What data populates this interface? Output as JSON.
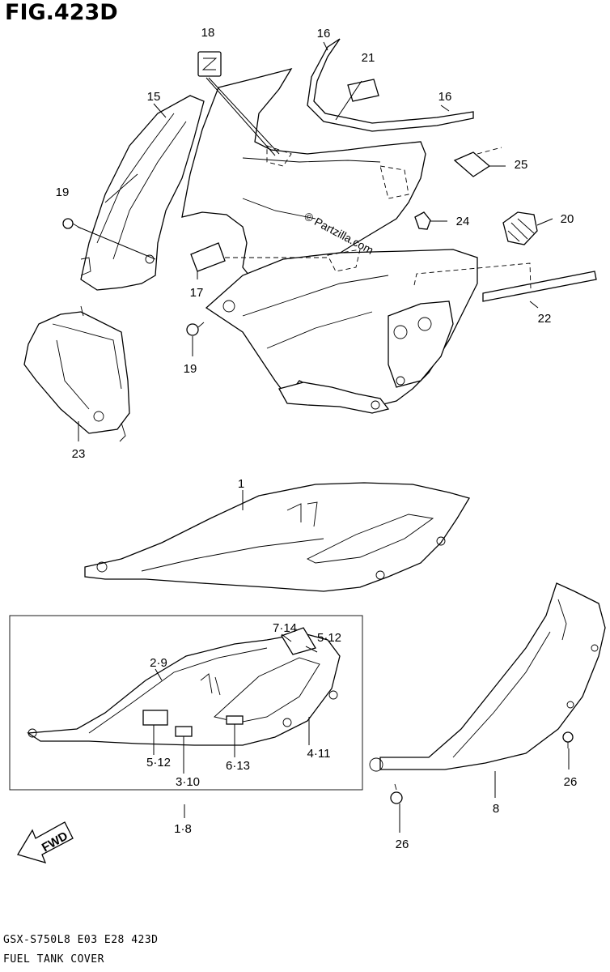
{
  "figure": {
    "title": "FIG.423D",
    "code": "GSX-S750L8  E03  E28  423D",
    "name": "FUEL TANK COVER",
    "watermark": "© Partzilla.com",
    "direction_label": "FWD"
  },
  "callouts": [
    {
      "id": "c18",
      "text": "18"
    },
    {
      "id": "c16a",
      "text": "16"
    },
    {
      "id": "c21",
      "text": "21"
    },
    {
      "id": "c15",
      "text": "15"
    },
    {
      "id": "c16b",
      "text": "16"
    },
    {
      "id": "c25",
      "text": "25"
    },
    {
      "id": "c19a",
      "text": "19"
    },
    {
      "id": "c24",
      "text": "24"
    },
    {
      "id": "c20",
      "text": "20"
    },
    {
      "id": "c17",
      "text": "17"
    },
    {
      "id": "c22",
      "text": "22"
    },
    {
      "id": "c19b",
      "text": "19"
    },
    {
      "id": "c23",
      "text": "23"
    },
    {
      "id": "c1",
      "text": "1"
    },
    {
      "id": "c7-14",
      "text": "7·14"
    },
    {
      "id": "c5-12a",
      "text": "5·12"
    },
    {
      "id": "c2-9",
      "text": "2·9"
    },
    {
      "id": "c4-11",
      "text": "4·11"
    },
    {
      "id": "c5-12b",
      "text": "5·12"
    },
    {
      "id": "c6-13",
      "text": "6·13"
    },
    {
      "id": "c3-10",
      "text": "3·10"
    },
    {
      "id": "c1-8",
      "text": "1·8"
    },
    {
      "id": "c26a",
      "text": "26"
    },
    {
      "id": "c8",
      "text": "8"
    },
    {
      "id": "c26b",
      "text": "26"
    }
  ],
  "colors": {
    "line": "#000000",
    "background": "#ffffff"
  }
}
